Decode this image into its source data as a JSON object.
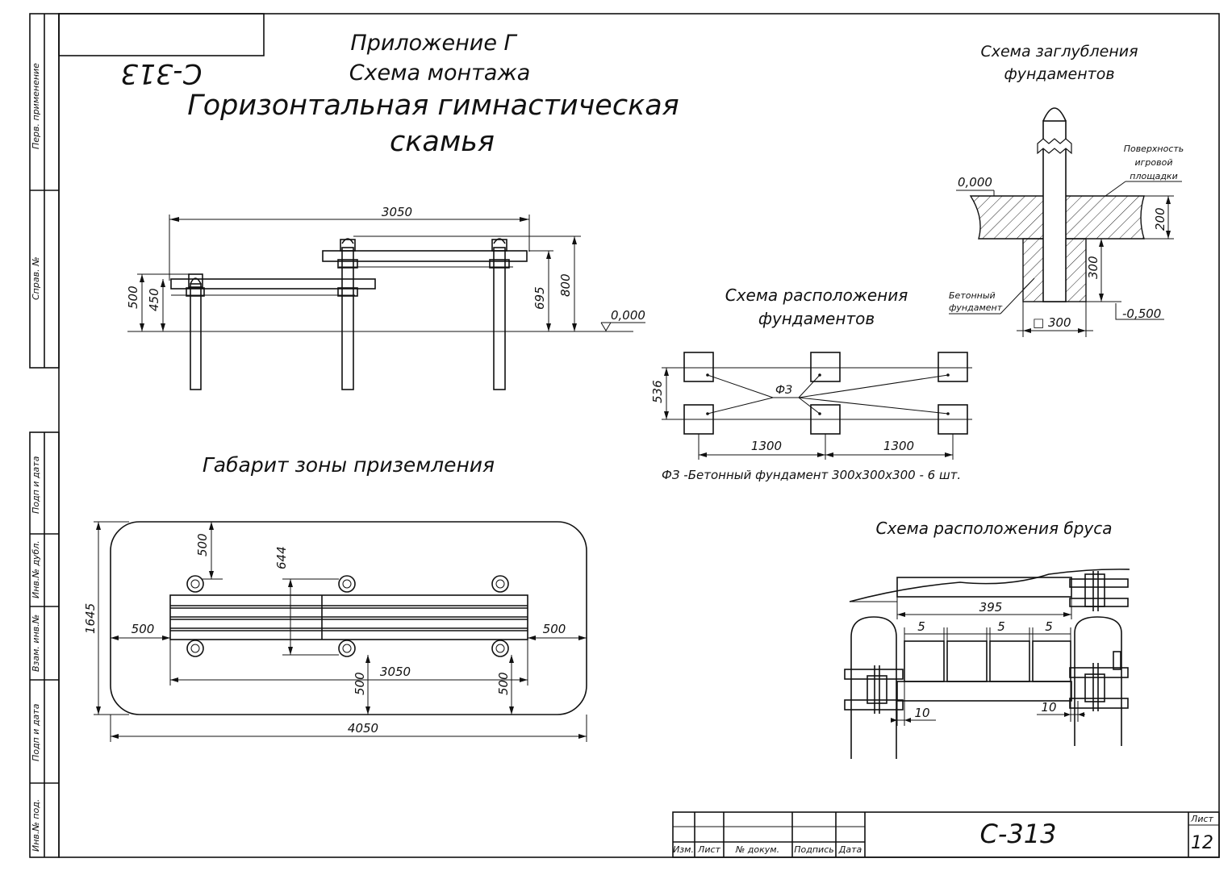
{
  "sheet": {
    "code_mirrored": "С-313",
    "title_line1": "Приложение Г",
    "title_line2": "Схема монтажа",
    "title_line3": "Горизонтальная гимнастическая",
    "title_line4": "скамья"
  },
  "side_stamp": {
    "perv_primenenie": "Перв. применение",
    "sprav_no": "Справ. №",
    "podp_data_1": "Подп и дата",
    "inv_dubl": "Инв.№ дубл.",
    "vzam_inv": "Взам. инв.№",
    "podp_data_2": "Подп и дата",
    "inv_podl": "Инв.№ под."
  },
  "front_view": {
    "dim_length": "3050",
    "dim_500": "500",
    "dim_450": "450",
    "dim_695": "695",
    "dim_800": "800",
    "level_zero": "0,000"
  },
  "foundation_layout": {
    "title_line1": "Схема расположения",
    "title_line2": "фундаментов",
    "dim_536": "536",
    "dim_1300_a": "1300",
    "dim_1300_b": "1300",
    "marker": "ФЗ",
    "note": "ФЗ -Бетонный фундамент 300х300х300 - 6 шт."
  },
  "depth_scheme": {
    "title_line1": "Схема заглубления",
    "title_line2": "фундаментов",
    "surface_line1": "Поверхность",
    "surface_line2": "игровой",
    "surface_line3": "площадки",
    "level_zero": "0,000",
    "dim_200": "200",
    "dim_300_v": "300",
    "concrete_line1": "Бетонный",
    "concrete_line2": "фундамент",
    "dim_300_sq": "□ 300",
    "level_minus": "-0,500"
  },
  "landing_zone": {
    "title": "Габарит зоны приземления",
    "dim_500_top": "500",
    "dim_644": "644",
    "dim_1645": "1645",
    "dim_500_left": "500",
    "dim_500_right": "500",
    "dim_3050": "3050",
    "dim_500_bottom_a": "500",
    "dim_500_bottom_b": "500",
    "dim_4050": "4050"
  },
  "beam_scheme": {
    "title": "Схема расположения бруса",
    "dim_395": "395",
    "dim_5_a": "5",
    "dim_5_b": "5",
    "dim_5_c": "5",
    "dim_10_a": "10",
    "dim_10_b": "10"
  },
  "title_block": {
    "col_izm": "Изм.",
    "col_list": "Лист",
    "col_dokum": "№ докум.",
    "col_podpis": "Подпись",
    "col_data": "Дата",
    "designation": "С-313",
    "sheet_label": "Лист",
    "sheet_number": "12"
  }
}
